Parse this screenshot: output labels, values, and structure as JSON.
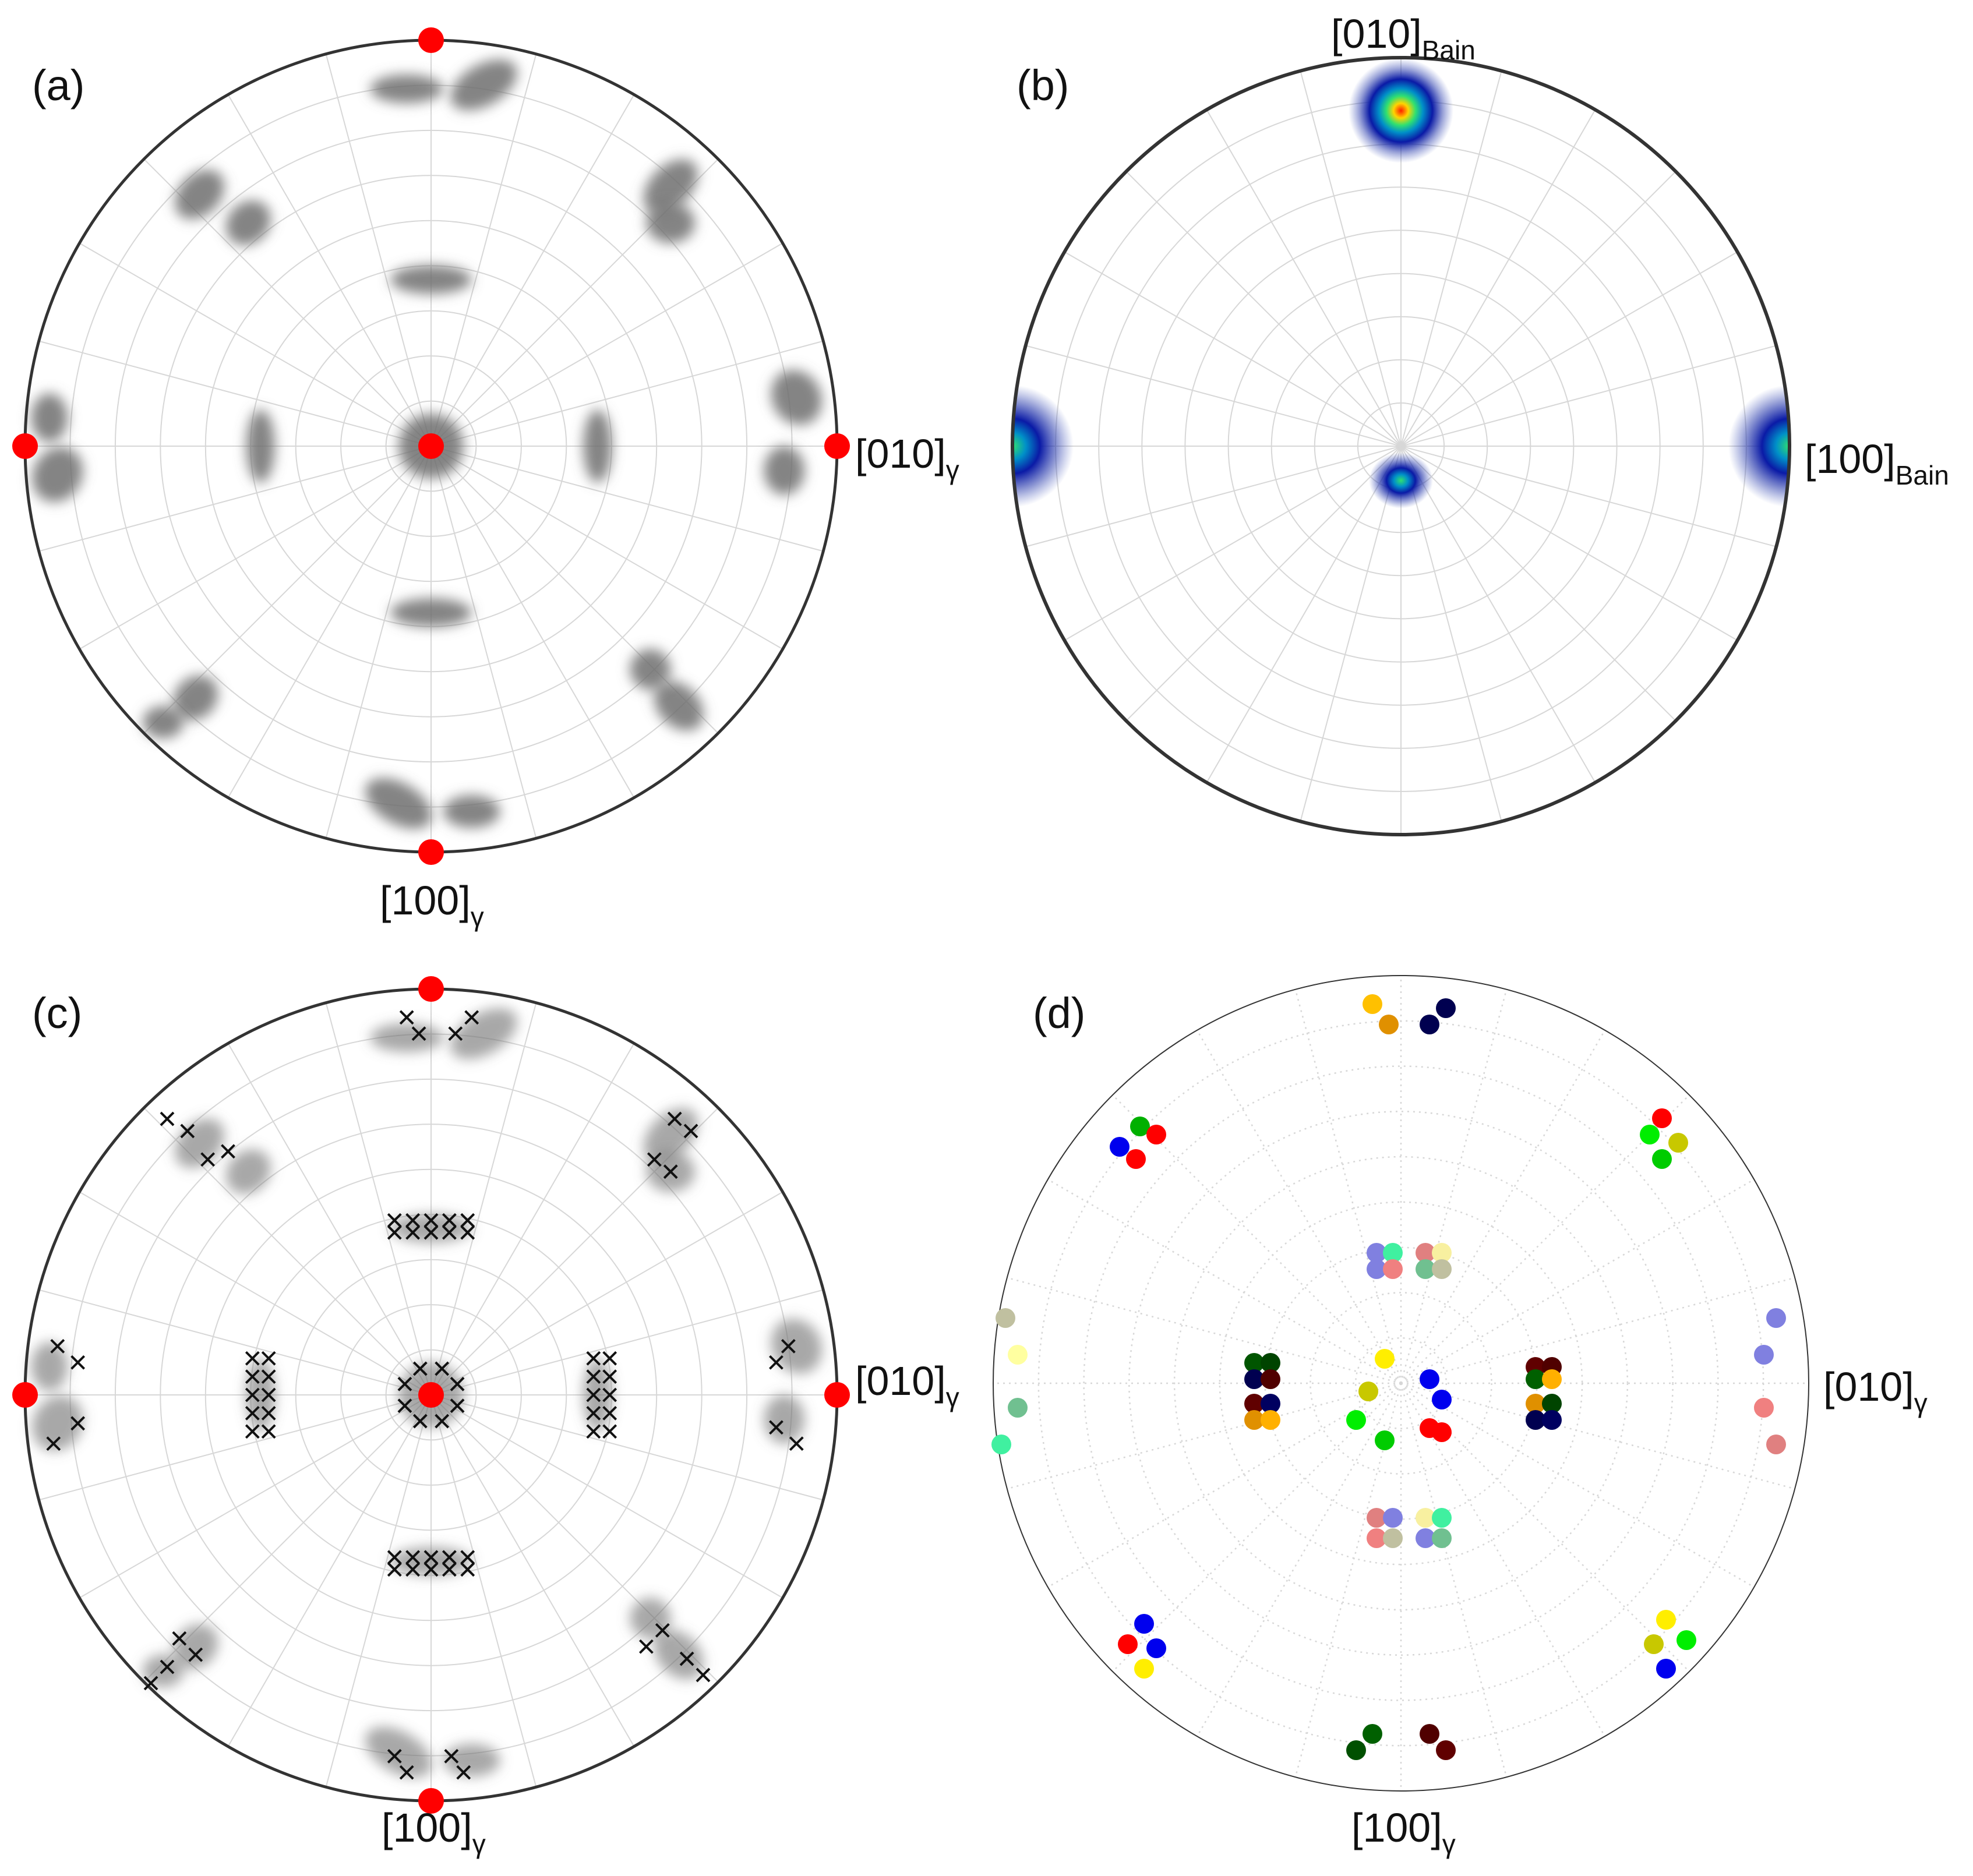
{
  "panels": [
    {
      "id": "a",
      "label": "(a)",
      "style": "gray-clouds",
      "right_axis": {
        "main": "[010]",
        "sub": "γ"
      },
      "bottom_axis": {
        "main": "[100]",
        "sub": "γ"
      },
      "top_axis": null
    },
    {
      "id": "b",
      "label": "(b)",
      "style": "heatmap",
      "right_axis": {
        "main": "[100]",
        "sub": "Bain"
      },
      "bottom_axis": null,
      "top_axis": {
        "main": "[010]",
        "sub": "Bain"
      }
    },
    {
      "id": "c",
      "label": "(c)",
      "style": "gray-clouds-with-markers",
      "right_axis": {
        "main": "[010]",
        "sub": "γ"
      },
      "bottom_axis": {
        "main": "[100]",
        "sub": "γ"
      },
      "top_axis": null
    },
    {
      "id": "d",
      "label": "(d)",
      "style": "colored-variants",
      "right_axis": {
        "main": "[010]",
        "sub": "γ"
      },
      "bottom_axis": {
        "main": "[100]",
        "sub": "γ"
      },
      "top_axis": null
    }
  ],
  "colors": {
    "reference_pole": "#ff0000",
    "cloud": "#6e6e6e",
    "marker": "#111111",
    "frame": "#333333",
    "grid": "#d7d7d7"
  }
}
